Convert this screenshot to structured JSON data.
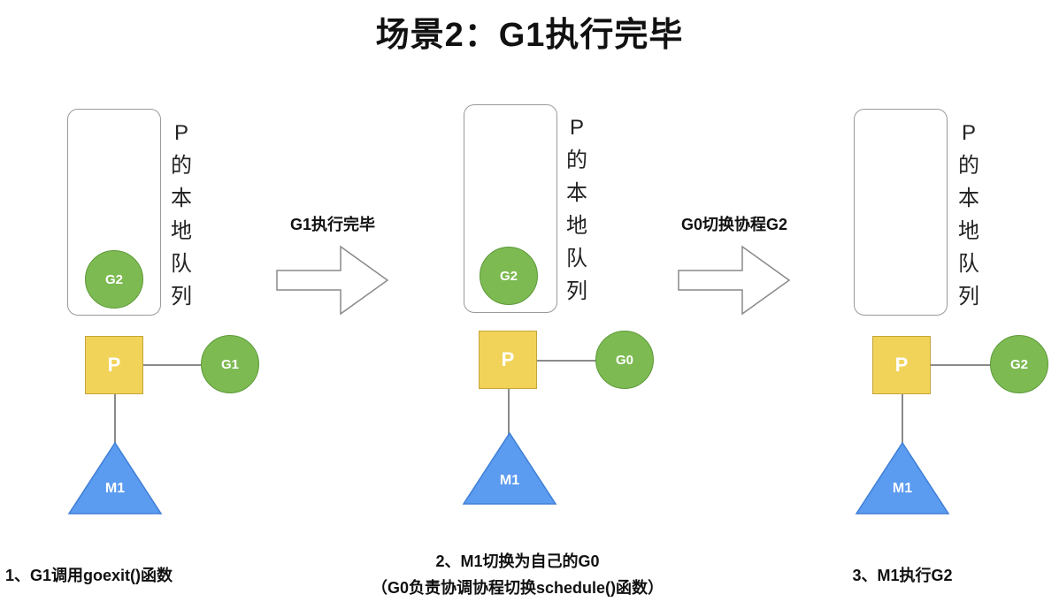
{
  "title": "场景2：G1执行完毕",
  "queue_label": [
    "P",
    "的",
    "本",
    "地",
    "队",
    "列"
  ],
  "panels": [
    {
      "queue_goroutine": "G2",
      "p_label": "P",
      "bound_goroutine": "G1",
      "m_label": "M1",
      "caption": [
        "1、G1调用goexit()函数"
      ]
    },
    {
      "queue_goroutine": "G2",
      "p_label": "P",
      "bound_goroutine": "G0",
      "m_label": "M1",
      "caption": [
        "2、M1切换为自己的G0",
        "（G0负责协调协程切换schedule()函数）"
      ]
    },
    {
      "queue_goroutine": "",
      "p_label": "P",
      "bound_goroutine": "G2",
      "m_label": "M1",
      "caption": [
        "3、M1执行G2"
      ]
    }
  ],
  "arrows": [
    {
      "label": "G1执行完毕"
    },
    {
      "label": "G0切换协程G2"
    }
  ],
  "colors": {
    "goroutine": "#7dba52",
    "processor": "#f1d35a",
    "machine": "#5b9bf0"
  }
}
